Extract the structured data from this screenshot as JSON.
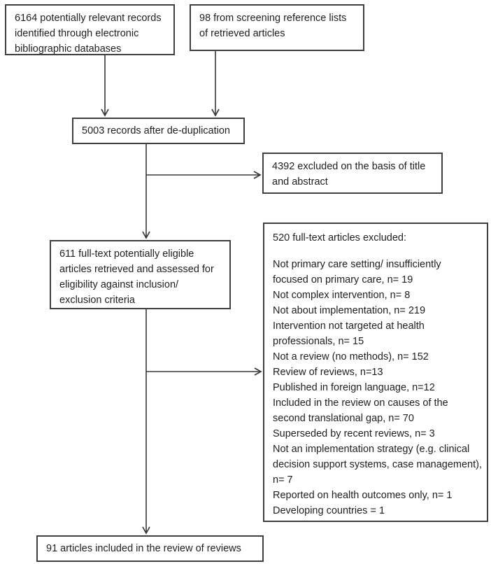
{
  "figure": {
    "type": "study-selection-flow-diagram"
  },
  "colors": {
    "border": "#3f3f3f",
    "arrow": "#383838",
    "text": "#1f1f1f",
    "background": "#ffffff"
  },
  "boxes": {
    "records_identified": {
      "lines": [
        "6164 potentially relevant records",
        "identified through electronic",
        "bibliographic databases"
      ]
    },
    "reference_lists": {
      "lines": [
        "98 from screening reference lists",
        "of retrieved articles"
      ]
    },
    "after_deduplication": {
      "lines": [
        "5003 records after de-duplication"
      ]
    },
    "excluded_title_abstract": {
      "lines": [
        "4392 excluded on the basis of title",
        "and abstract"
      ]
    },
    "fulltext_assessed": {
      "lines": [
        "611 full-text potentially eligible",
        "articles retrieved and assessed for",
        "eligibility against inclusion/",
        "exclusion criteria"
      ]
    },
    "fulltext_excluded": {
      "lines": [
        "520 full-text articles excluded:",
        "",
        "Not primary care setting/ insufficiently",
        "focused on primary care, n= 19",
        "Not complex intervention, n= 8",
        "Not about implementation, n= 219",
        "Intervention not targeted at health",
        "professionals, n= 15",
        "Not a review (no methods), n= 152",
        "Review of reviews, n=13",
        "Published in foreign language, n=12",
        "Included in the review on causes of the",
        "second translational gap, n= 70",
        "Superseded by recent reviews, n= 3",
        "Not an implementation strategy (e.g. clinical",
        "decision support systems, case management),",
        "n= 7",
        "Reported on health outcomes only, n= 1",
        "Developing countries = 1"
      ]
    },
    "included_review": {
      "lines": [
        "91 articles included in the review of reviews"
      ]
    }
  }
}
